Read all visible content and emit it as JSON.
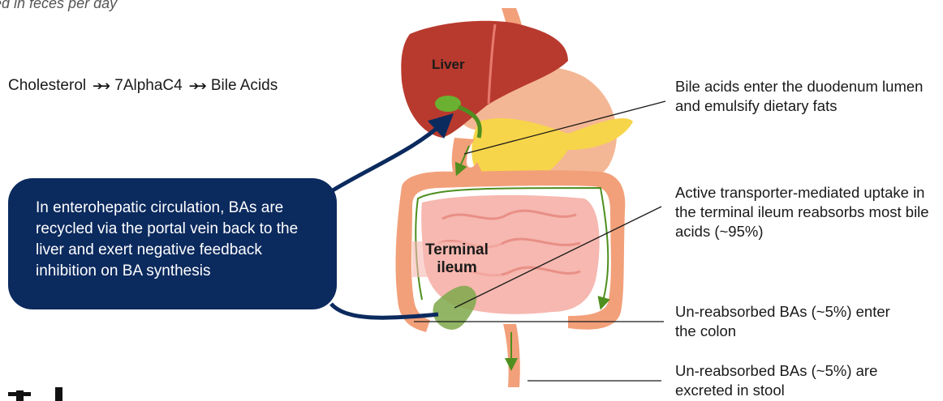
{
  "top_caption": "ed in feces per day",
  "pathway": {
    "step1": "Cholesterol",
    "step2": "7AlphaC4",
    "step3": "Bile Acids",
    "arrow_glyph": "➔➔"
  },
  "organs": {
    "liver": "Liver",
    "terminal_ileum": "Terminal ileum"
  },
  "callout": {
    "text": "In enterohepatic circulation, BAs are recycled via the portal vein back to the liver and exert negative feedback inhibition on BA synthesis"
  },
  "annotations": {
    "duodenum": "Bile acids enter the duodenum lumen and emulsify dietary fats",
    "ileum_uptake": "Active transporter-mediated uptake in the terminal ileum reabsorbs most bile acids (~95%)",
    "colon": "Un-reabsorbed BAs (~5%) enter the colon",
    "stool": "Un-reabsorbed BAs (~5%) are excreted in stool"
  },
  "colors": {
    "callout_bg": "#0b2a5e",
    "liver": "#b83a2e",
    "intestine": "#f2a07a",
    "small_intestine": "#f6b8b0",
    "pancreas": "#f7d54a",
    "flow_arrow": "#4f8f1f"
  }
}
